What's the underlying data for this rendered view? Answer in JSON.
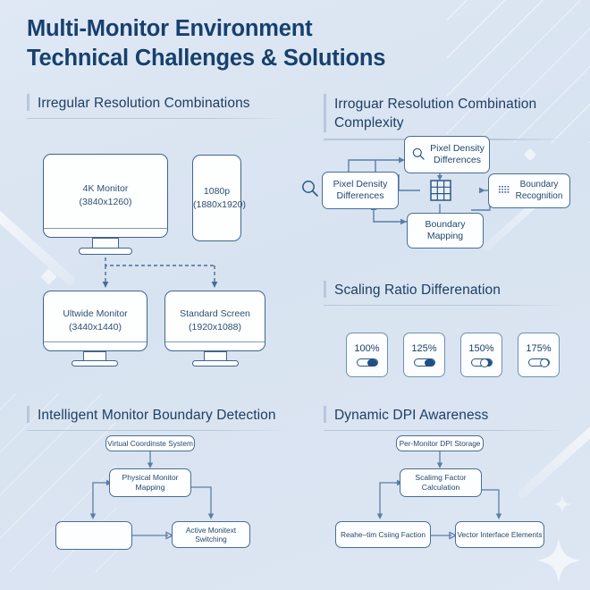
{
  "page": {
    "title_line1": "Multi-Monitor Environment",
    "title_line2": "Technical Challenges & Solutions",
    "accent": "#16406e",
    "background": "#dde6f2",
    "line_color": "#4a6d95"
  },
  "sections": {
    "irregular_resolution": {
      "heading": "Irregular Resolution Combinations",
      "monitors_top": [
        {
          "name": "4K Monitor",
          "resolution": "(3840x1260)",
          "type": "landscape"
        },
        {
          "name": "1080p",
          "resolution": "(1880x1920)",
          "type": "portrait"
        }
      ],
      "monitors_bottom": [
        {
          "name": "Ultwide Monitor",
          "resolution": "(3440x1440)",
          "type": "landscape"
        },
        {
          "name": "Standard Screen",
          "resolution": "(1920x1088)",
          "type": "landscape"
        }
      ]
    },
    "complexity": {
      "heading_line1": "Irroguar Resolution Combination",
      "heading_line2": "Complexity",
      "nodes": [
        {
          "id": "left",
          "label_line1": "Pixel Density",
          "label_line2": "Differences",
          "icon": "magnifier-icon"
        },
        {
          "id": "top",
          "label_line1": "Pixel Density",
          "label_line2": "Differences",
          "icon": "magnifier-icon"
        },
        {
          "id": "bottom",
          "label_line1": "Boundary",
          "label_line2": "Mapping",
          "icon": "none"
        },
        {
          "id": "right",
          "label_line1": "Boundary",
          "label_line2": "Recognition",
          "icon": "dashed-lines-icon"
        }
      ],
      "center_icon": "grid-icon",
      "outer_icon": "magnifier-icon"
    },
    "scaling": {
      "heading": "Scaling Ratio Differenation",
      "cards": [
        {
          "label": "100%",
          "toggle": "filled-right"
        },
        {
          "label": "125%",
          "toggle": "filled-right"
        },
        {
          "label": "150%",
          "toggle": "knob-mid-filled"
        },
        {
          "label": "175%",
          "toggle": "knob-right-empty"
        }
      ]
    },
    "boundary_detection": {
      "heading": "Intelligent Monitor Boundary Detection",
      "nodes": [
        {
          "id": "n1",
          "label": "Virtual Coordinste System"
        },
        {
          "id": "n2",
          "label": "Physical Monitor Mapping"
        },
        {
          "id": "n3",
          "label": ""
        },
        {
          "id": "n4",
          "label": "Active Monitext Switching"
        }
      ]
    },
    "dpi_awareness": {
      "heading": "Dynamic DPI Awareness",
      "nodes": [
        {
          "id": "m1",
          "label": "Per-Monitor DPI Storage"
        },
        {
          "id": "m2",
          "label": "Scalimg Factor Calculation"
        },
        {
          "id": "m3",
          "label": "Reahe–tim Csiing Faction"
        },
        {
          "id": "m4",
          "label": "Vector Interface Elements"
        }
      ]
    }
  }
}
